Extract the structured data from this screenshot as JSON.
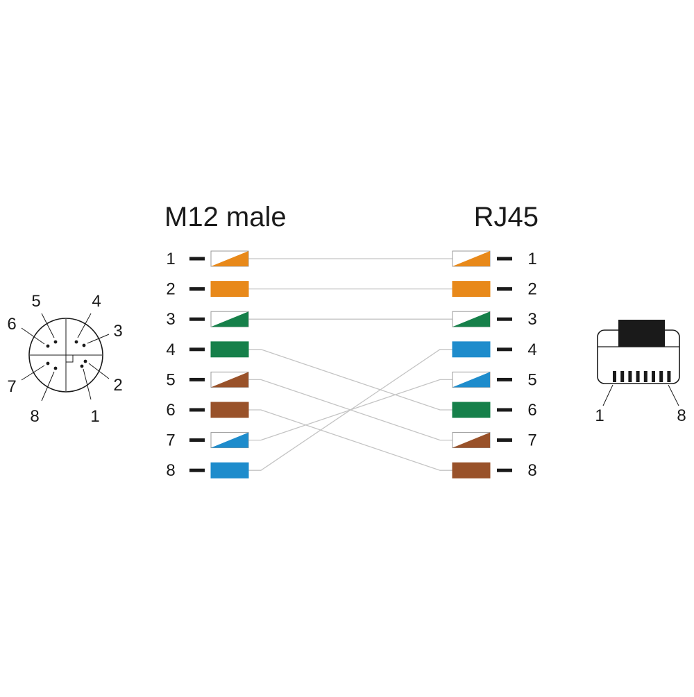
{
  "diagram": {
    "left_title": "M12 male",
    "right_title": "RJ45",
    "colors": {
      "orange": "#e8891a",
      "green": "#16804a",
      "blue": "#1e8ccc",
      "brown": "#99522a",
      "white": "#ffffff",
      "wire": "#c4c4c4",
      "outline": "#1a1a1a",
      "plug_tab": "#1a1a1a"
    },
    "left_pins": [
      {
        "label": "1",
        "pattern": "stripe",
        "color": "orange"
      },
      {
        "label": "2",
        "pattern": "solid",
        "color": "orange"
      },
      {
        "label": "3",
        "pattern": "stripe",
        "color": "green"
      },
      {
        "label": "4",
        "pattern": "solid",
        "color": "green"
      },
      {
        "label": "5",
        "pattern": "stripe",
        "color": "brown"
      },
      {
        "label": "6",
        "pattern": "solid",
        "color": "brown"
      },
      {
        "label": "7",
        "pattern": "stripe",
        "color": "blue"
      },
      {
        "label": "8",
        "pattern": "solid",
        "color": "blue"
      }
    ],
    "right_pins": [
      {
        "label": "1",
        "pattern": "stripe",
        "color": "orange"
      },
      {
        "label": "2",
        "pattern": "solid",
        "color": "orange"
      },
      {
        "label": "3",
        "pattern": "stripe",
        "color": "green"
      },
      {
        "label": "4",
        "pattern": "solid",
        "color": "blue"
      },
      {
        "label": "5",
        "pattern": "stripe",
        "color": "blue"
      },
      {
        "label": "6",
        "pattern": "solid",
        "color": "green"
      },
      {
        "label": "7",
        "pattern": "stripe",
        "color": "brown"
      },
      {
        "label": "8",
        "pattern": "solid",
        "color": "brown"
      }
    ],
    "wiring": [
      {
        "from": 1,
        "to": 1
      },
      {
        "from": 2,
        "to": 2
      },
      {
        "from": 3,
        "to": 3
      },
      {
        "from": 4,
        "to": 6
      },
      {
        "from": 5,
        "to": 7
      },
      {
        "from": 6,
        "to": 8
      },
      {
        "from": 7,
        "to": 5
      },
      {
        "from": 8,
        "to": 4
      }
    ],
    "m12_face": {
      "pin_labels": [
        "1",
        "2",
        "3",
        "4",
        "5",
        "6",
        "7",
        "8"
      ]
    },
    "rj45_face": {
      "left_label": "1",
      "right_label": "8"
    }
  }
}
